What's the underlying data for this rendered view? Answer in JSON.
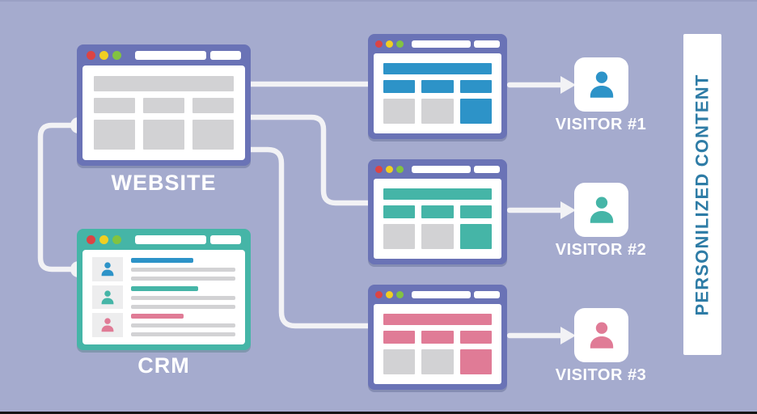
{
  "colors": {
    "background": "#a5abce",
    "window_frame_purple": "#6a73b6",
    "teal": "#45b5a7",
    "blue": "#2d93c8",
    "pink": "#e07b96",
    "gray_block": "#d2d2d4",
    "avatar_bg": "#ededee",
    "dot_red": "#dc4444",
    "dot_yellow": "#f0cf22",
    "dot_green": "#82c341",
    "banner_text": "#2e7ca6",
    "label_text": "#ffffff",
    "connector": "#f2f2f5"
  },
  "icons": {
    "window_dots": [
      "red-dot-icon",
      "yellow-dot-icon",
      "green-dot-icon"
    ],
    "visitor": "person-icon",
    "flow": "arrow-right-icon"
  },
  "website": {
    "label": "WEBSITE"
  },
  "crm": {
    "label": "CRM"
  },
  "browsers": [
    {
      "accent": "blue"
    },
    {
      "accent": "teal"
    },
    {
      "accent": "pink"
    }
  ],
  "visitors": [
    {
      "label": "VISITOR #1",
      "accent": "blue"
    },
    {
      "label": "VISITOR #2",
      "accent": "teal"
    },
    {
      "label": "VISITOR #3",
      "accent": "pink"
    }
  ],
  "banner": {
    "label": "PERSONILIZED CONTENT"
  }
}
